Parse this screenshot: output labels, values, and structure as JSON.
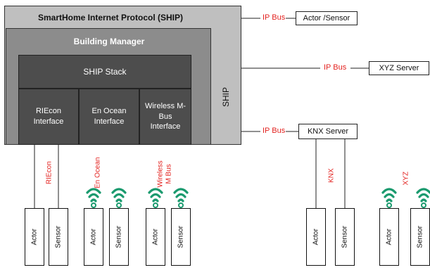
{
  "ship": {
    "title": "SmartHome  Internet Protocol (SHIP)",
    "side_label": "SHIP"
  },
  "building_manager": {
    "title": "Building Manager"
  },
  "stack": {
    "label": "SHIP Stack"
  },
  "interfaces": [
    {
      "label": "RIEcon\nInterface"
    },
    {
      "label": "En Ocean\nInterface"
    },
    {
      "label": "Wireless M-Bus\nInterface"
    }
  ],
  "buses": {
    "ip_label": "IP Bus",
    "actor_sensor": "Actor /Sensor",
    "xyz_server": "XYZ Server",
    "knx_server": "KNX Server"
  },
  "vertical_labels": {
    "riecon": "RIEcon",
    "enocean": "En Ocean",
    "wmbus": "Wireless\nM Bus",
    "knx": "KNX",
    "xyz": "XYZ"
  },
  "devices": {
    "actor": "Actor",
    "sensor": "Sensor"
  },
  "colors": {
    "bus_red": "#e3221f",
    "wireless_green": "#1a9a6e"
  }
}
